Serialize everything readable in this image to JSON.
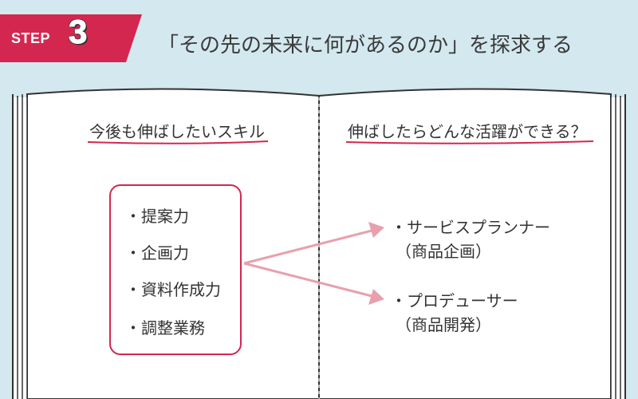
{
  "step": {
    "label": "STEP",
    "number": "3"
  },
  "title": "「その先の未来に何があるのか」を探求する",
  "left_page": {
    "heading": "今後も伸ばしたいスキル",
    "skills": [
      "・提案力",
      "・企画力",
      "・資料作成力",
      "・調整業務"
    ]
  },
  "right_page": {
    "heading": "伸ばしたらどんな活躍ができる？",
    "roles": [
      {
        "name": "・サービスプランナー",
        "detail": "（商品企画）"
      },
      {
        "name": "・プロデューサー",
        "detail": "（商品開発）"
      }
    ]
  },
  "colors": {
    "background": "#d3e8ef",
    "accent": "#d32750",
    "arrow": "#e8a0ae",
    "underline": "#d32750",
    "page": "#ffffff",
    "book_edge": "#333333"
  }
}
